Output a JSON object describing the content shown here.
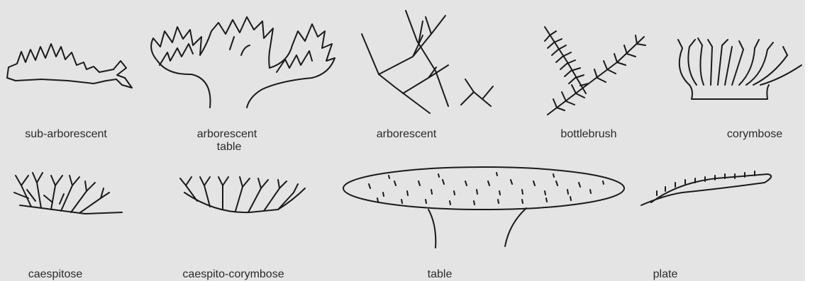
{
  "labels": {
    "sub_arborescent": "sub-arborescent",
    "arborescent_table_1": "arborescent",
    "arborescent_table_2": "table",
    "arborescent": "arborescent",
    "bottlebrush": "bottlebrush",
    "corymbose": "corymbose",
    "caespitose": "caespitose",
    "caespito_corymbose": "caespito-corymbose",
    "table": "table",
    "plate": "plate"
  }
}
